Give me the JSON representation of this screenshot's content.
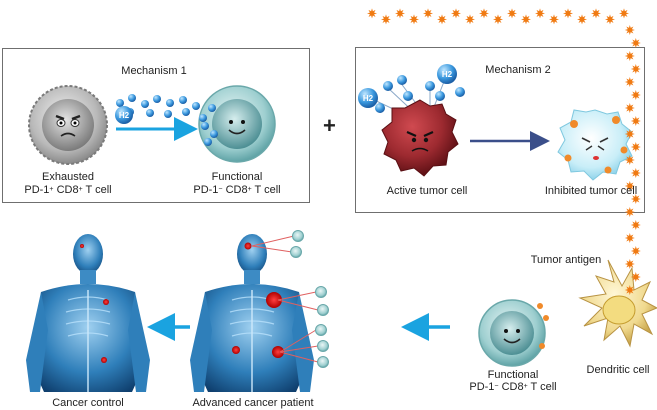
{
  "mechanism1": {
    "title": "Mechanism 1",
    "exhausted_line1": "Exhausted",
    "exhausted_line2_pre": "PD-1",
    "exhausted_sup1": "+",
    "exhausted_line2_mid": " CD8",
    "exhausted_sup2": "+",
    "exhausted_line2_post": " T cell",
    "functional_line1": "Functional",
    "functional_line2_pre": "PD-1",
    "functional_sup1": "−",
    "functional_line2_mid": " CD8",
    "functional_sup2": "+",
    "functional_line2_post": " T cell"
  },
  "mechanism2": {
    "title": "Mechanism 2",
    "active_label": "Active tumor cell",
    "inhibited_label": "Inhibited tumor cell"
  },
  "plus_sign": "+",
  "h2_label": "H",
  "h2_sub": "2",
  "tumor_antigen_label": "Tumor antigen",
  "dendritic_label": "Dendritic cell",
  "functional_bottom": {
    "line1": "Functional",
    "line2_pre": "PD-1",
    "sup1": "−",
    "line2_mid": " CD8",
    "sup2": "+",
    "line2_post": " T cell"
  },
  "patients": {
    "advanced_label": "Advanced cancer patient",
    "control_label": "Cancer control"
  },
  "colors": {
    "arrow_blue": "#1aa3e0",
    "tumor_red": "#8b1f24",
    "h2_blue": "#2f8fd6",
    "antigen_orange": "#f07a12",
    "body_blue": "#2a7fb8"
  }
}
